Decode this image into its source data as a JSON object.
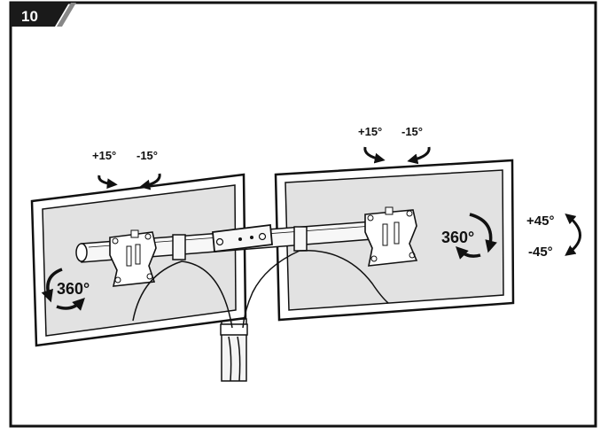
{
  "step": {
    "number": "10"
  },
  "tilt_left": {
    "plus": "+15°",
    "minus": "-15°"
  },
  "tilt_right": {
    "plus": "+15°",
    "minus": "-15°"
  },
  "rotate_left": {
    "label": "360°"
  },
  "rotate_right": {
    "label": "360°"
  },
  "swivel": {
    "plus": "+45°",
    "minus": "-45°"
  },
  "colors": {
    "ink": "#111111",
    "screen": "#e2e2e2",
    "frame": "#ffffff"
  }
}
